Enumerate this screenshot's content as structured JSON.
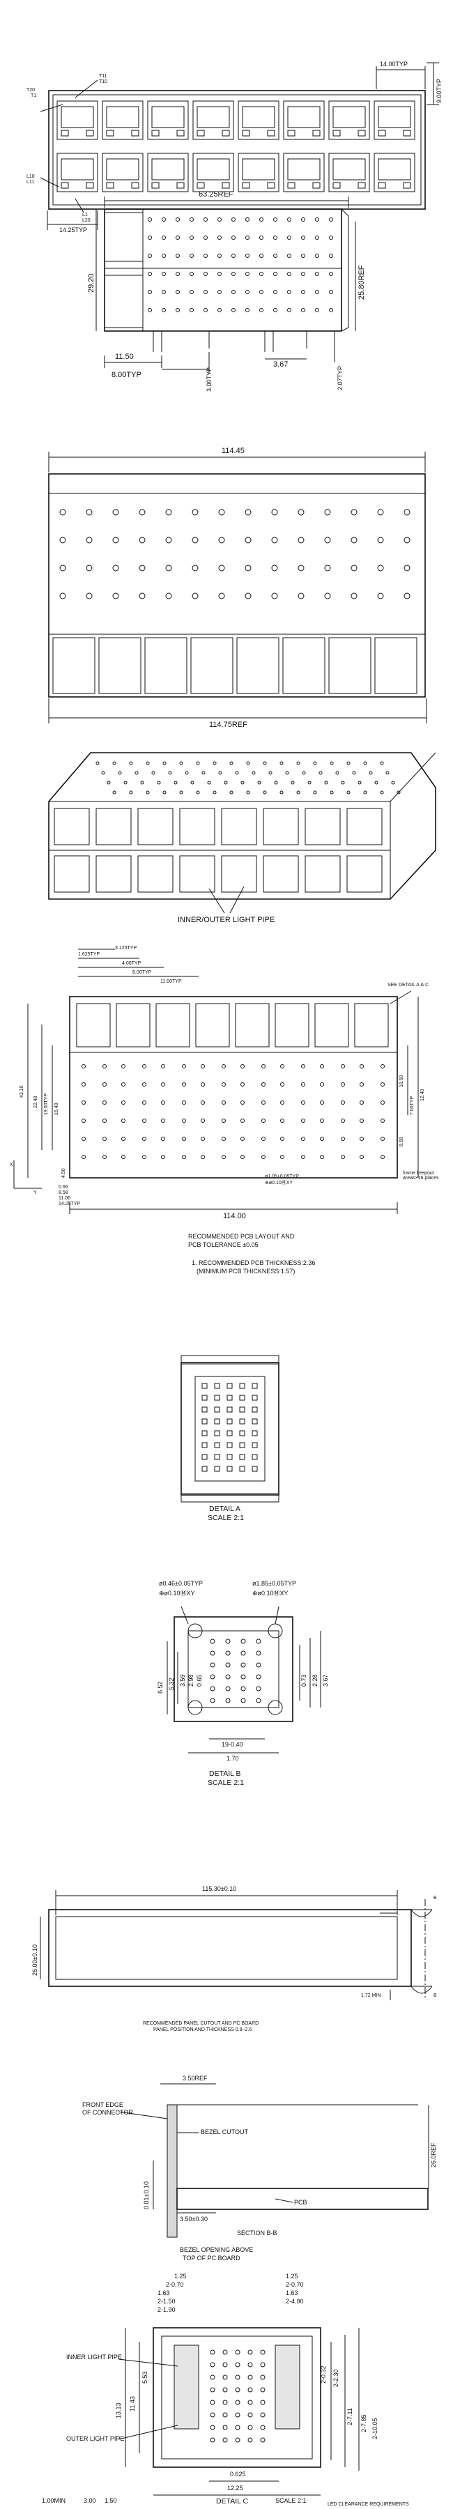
{
  "views": {
    "front": {
      "dims": [
        "14.00TYP",
        "9.00TYP",
        "T20",
        "T1",
        "T11",
        "T10",
        "L10",
        "L11",
        "L1",
        "L20",
        "14.25TYP"
      ]
    },
    "side": {
      "dims": [
        "63.25REF",
        "29.20",
        "25.80REF",
        "11.50",
        "8.00TYP",
        "3.00TYP",
        "3.67",
        "2.07TYP"
      ]
    },
    "top": {
      "dims": [
        "114.45",
        "114.75REF"
      ]
    },
    "iso": {
      "callout": "INNER/OUTER LIGHT PIPE"
    },
    "layout": {
      "dims": [
        "3.125TYP",
        "1.625TYP",
        "4.00TYP",
        "8.00TYP",
        "11.00TYP",
        "43.10",
        "22.48",
        "19.00TYP",
        "16.48",
        "4.50",
        "0.66",
        "8.58",
        "11.06",
        "14.25TYP",
        "114.00",
        "18.50",
        "7.00TYP",
        "12.40",
        "8.58",
        "ø1.05±0.05TYP",
        "⊕ø0.10ⓂXY"
      ],
      "detail_ref": "SEE DETAIL A & C",
      "keepout": "frame keepout areas×16 places",
      "x_label": "X",
      "y_label": "Y",
      "notes": [
        "RECOMMENDED PCB LAYOUT AND",
        "PCB TOLERANCE ±0.05",
        "1. RECOMMENDED PCB THICKNESS:2.36",
        "(MINIMUM PCB THICKNESS:1.57)"
      ]
    },
    "detail_a": {
      "caption": [
        "DETAIL A",
        "SCALE 2:1"
      ]
    },
    "detail_b": {
      "dims": [
        "ø0.46±0.05TYP",
        "⊕ø0.10ⓂXY",
        "ø1.85±0.05TYP",
        "⊕ø0.10ⓂXY",
        "6.52",
        "5.32",
        "3.59",
        "2.98",
        "0.65",
        "0.73",
        "2.28",
        "3.67",
        "19-0.40",
        "1.70"
      ],
      "caption": [
        "DETAIL B",
        "SCALE 2:1"
      ]
    },
    "panel": {
      "dims": [
        "115.30±0.10",
        "26.00±0.10",
        "1.72 MIN"
      ],
      "section_marks": [
        "B",
        "B"
      ],
      "notes": [
        "RECOMMENDED PANEL CUTOUT AND PC BOARD",
        "PANEL POSITION AND THICKNESS 0.8~2.6"
      ]
    },
    "section_bb": {
      "dims": [
        "3.50REF",
        "26.0REF",
        "0.01±0.10",
        "3.50±0.30"
      ],
      "callouts": [
        "FRONT EDGE",
        "OF CONNECTOR",
        "BEZEL CUTOUT",
        "PCB"
      ],
      "caption": [
        "SECTION B-B",
        "BEZEL OPENING ABOVE",
        "TOP OF PC BOARD"
      ]
    },
    "detail_c": {
      "dims_left": [
        "1.25",
        "2-0.70",
        "1.63",
        "2-1.50",
        "2-1.90"
      ],
      "dims_right": [
        "1.25",
        "2-0.70",
        "1.63",
        "2-4.90"
      ],
      "dims_vertical": [
        "13.13",
        "11.43",
        "5.53",
        "2-0.32",
        "2-2.30",
        "2-7.11",
        "2-7.85",
        "2-10.05"
      ],
      "dims_bottom": [
        "0.625",
        "12.25"
      ],
      "callouts": [
        "INNER LIGHT PIPE",
        "OUTER LIGHT PIPE"
      ],
      "caption": [
        "DETAIL C",
        "SCALE 2:1"
      ]
    },
    "led": {
      "dims": [
        "1.00MIN",
        "3.00",
        "1.50"
      ],
      "caption": "LED CLEARANCE REQUIREMENTS"
    }
  }
}
